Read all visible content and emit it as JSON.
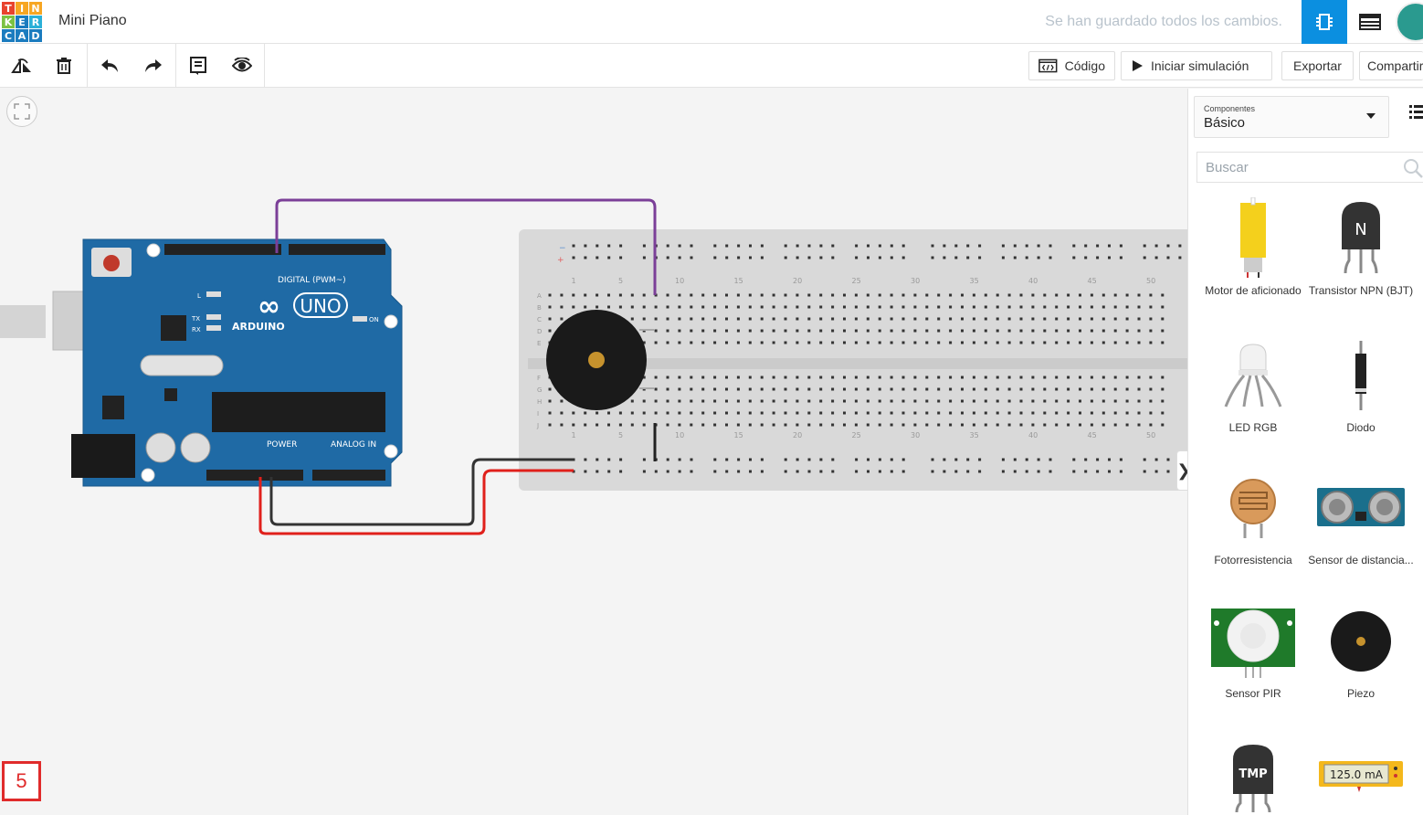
{
  "header": {
    "logo_letters": [
      "T",
      "I",
      "N",
      "K",
      "E",
      "R",
      "C",
      "A",
      "D"
    ],
    "project_title": "Mini Piano",
    "save_status": "Se han guardado todos los cambios."
  },
  "toolbar": {
    "codigo_label": "Código",
    "start_sim_label": "Iniciar simulación",
    "export_label": "Exportar",
    "share_label": "Compartir"
  },
  "canvas": {
    "step_number": "5",
    "arduino": {
      "brand": "ARDUINO",
      "model": "UNO",
      "digital_label": "DIGITAL (PWM~)",
      "power_label": "POWER",
      "analog_label": "ANALOG IN",
      "on_label": "ON",
      "l_label": "L",
      "tx_label": "TX",
      "rx_label": "RX"
    },
    "breadboard": {
      "column_numbers": [
        "1",
        "5",
        "10",
        "15",
        "20",
        "25",
        "30",
        "35",
        "40",
        "45",
        "50"
      ],
      "row_letters_top": [
        "A",
        "B",
        "C",
        "D",
        "E"
      ],
      "row_letters_bottom": [
        "F",
        "G",
        "H",
        "I",
        "J"
      ]
    },
    "collapse_glyph": "❯"
  },
  "panel": {
    "components_label": "Componentes",
    "components_value": "Básico",
    "search_placeholder": "Buscar",
    "items": [
      {
        "name": "Motor de aficionado"
      },
      {
        "name": "Transistor NPN (BJT)",
        "badge": "N"
      },
      {
        "name": "LED RGB"
      },
      {
        "name": "Diodo"
      },
      {
        "name": "Fotorresistencia"
      },
      {
        "name": "Sensor de distancia..."
      },
      {
        "name": "Sensor PIR"
      },
      {
        "name": "Piezo"
      },
      {
        "name": "",
        "badge": "TMP"
      },
      {
        "name": "",
        "badge": "125.0 mA"
      }
    ]
  },
  "colors": {
    "accent": "#0b8fe0",
    "arduino_blue": "#1f6aa5",
    "wire_purple": "#7b3f98",
    "wire_red": "#e0201b",
    "wire_black": "#333333",
    "step_badge": "#e02b2b"
  }
}
